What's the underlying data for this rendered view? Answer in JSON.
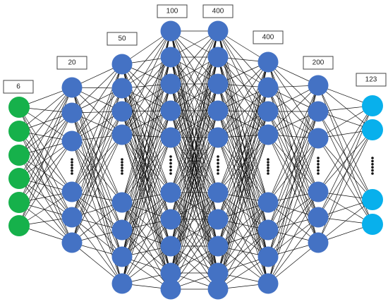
{
  "colors": {
    "input": "#16b14b",
    "hidden": "#4472c4",
    "output": "#08b0ec",
    "edges": "#111111",
    "ellipsis": "#111111"
  },
  "layers": [
    {
      "role": "input",
      "size_label": "6",
      "color_key": "input",
      "top_nodes": 6,
      "bottom_nodes": 0,
      "ellipsis": false
    },
    {
      "role": "hidden",
      "size_label": "20",
      "color_key": "hidden",
      "top_nodes": 3,
      "bottom_nodes": 3,
      "ellipsis": true
    },
    {
      "role": "hidden",
      "size_label": "50",
      "color_key": "hidden",
      "top_nodes": 4,
      "bottom_nodes": 4,
      "ellipsis": true
    },
    {
      "role": "hidden",
      "size_label": "100",
      "color_key": "hidden",
      "top_nodes": 5,
      "bottom_nodes": 5,
      "ellipsis": true
    },
    {
      "role": "hidden",
      "size_label": "400",
      "color_key": "hidden",
      "top_nodes": 5,
      "bottom_nodes": 5,
      "ellipsis": true
    },
    {
      "role": "hidden",
      "size_label": "400",
      "color_key": "hidden",
      "top_nodes": 4,
      "bottom_nodes": 4,
      "ellipsis": true
    },
    {
      "role": "hidden",
      "size_label": "200",
      "color_key": "hidden",
      "top_nodes": 3,
      "bottom_nodes": 3,
      "ellipsis": true
    },
    {
      "role": "output",
      "size_label": "123",
      "color_key": "output",
      "top_nodes": 2,
      "bottom_nodes": 2,
      "ellipsis": true
    }
  ]
}
